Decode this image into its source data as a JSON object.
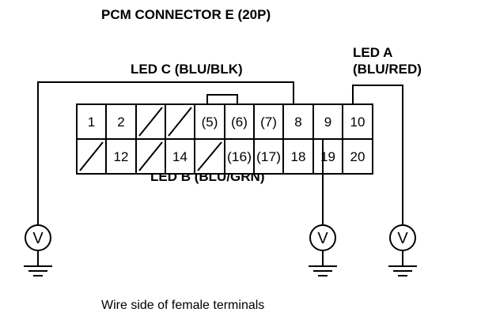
{
  "title": "PCM CONNECTOR E (20P)",
  "labels": {
    "led_c": "LED C (BLU/BLK)",
    "led_a_line1": "LED A",
    "led_a_line2": "(BLU/RED)",
    "led_b": "LED B (BLU/GRN)"
  },
  "connector": {
    "top_row": [
      "1",
      "2",
      "",
      "",
      "(5)",
      "(6)",
      "(7)",
      "8",
      "9",
      "10"
    ],
    "bottom_row": [
      "",
      "12",
      "",
      "14",
      "",
      "(16)",
      "(17)",
      "18",
      "19",
      "20"
    ]
  },
  "meters": [
    "V",
    "V",
    "V"
  ],
  "caption": "Wire side of female terminals"
}
